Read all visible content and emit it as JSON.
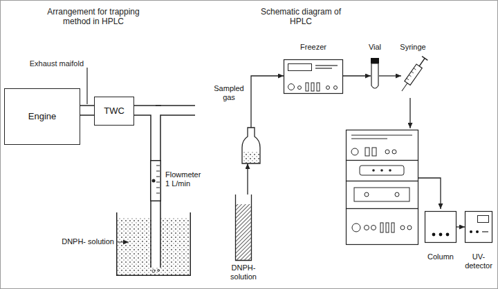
{
  "diagram": {
    "nodes": [
      {
        "text": [
          "Engine"
        ]
      },
      {
        "text": [
          "TWC"
        ]
      },
      {
        "text": [
          "Flowmeter 1 L/min"
        ]
      },
      {
        "text": [
          "DNPH- solution"
        ]
      },
      {
        "text": [
          "Sampled gas"
        ]
      },
      {
        "text": [
          "Freezer"
        ]
      },
      {
        "text": [
          "Vial"
        ]
      },
      {
        "text": [
          "Syringe"
        ]
      },
      {
        "text": [
          "Column"
        ]
      },
      {
        "text": [
          "UV- detector"
        ]
      },
      {
        "text": [
          "DNPH- solution"
        ]
      }
    ],
    "edges": [
      {
        "from": 0,
        "to": 1,
        "arrow": "none"
      },
      {
        "from": 1,
        "to": 2,
        "arrow": "none"
      },
      {
        "from": 2,
        "to": 3,
        "arrow": "none"
      },
      {
        "from": 10,
        "to": 4,
        "arrow": "to"
      },
      {
        "from": 4,
        "to": 5,
        "arrow": "to"
      },
      {
        "from": 5,
        "to": 6,
        "arrow": "to"
      },
      {
        "from": 6,
        "to": 7,
        "arrow": "to"
      },
      {
        "from": 8,
        "to": 9,
        "arrow": "to"
      }
    ],
    "labels": [
      "Arrangement for trapping method in HPLC",
      "Schematic diagram of HPLC",
      "Exhaust maifold"
    ]
  }
}
